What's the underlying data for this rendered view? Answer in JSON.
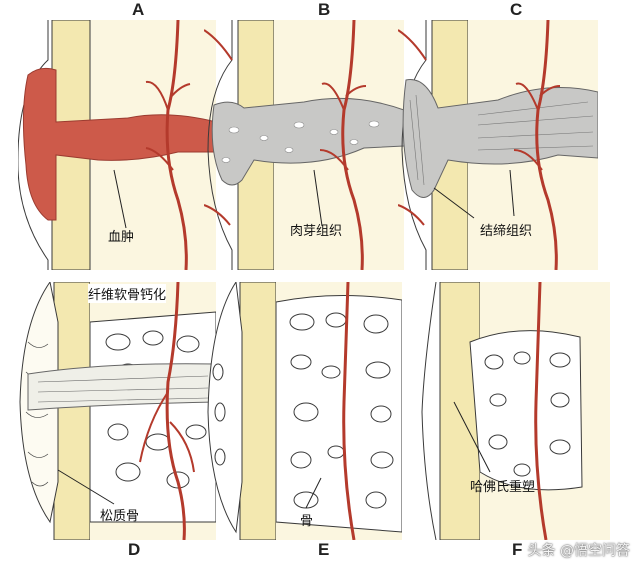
{
  "panels": [
    {
      "letter": "A",
      "label": "血肿"
    },
    {
      "letter": "B",
      "label": "肉芽组织"
    },
    {
      "letter": "C",
      "label": "结缔组织"
    },
    {
      "letter": "D",
      "label": "纤维软骨钙化",
      "label2": "松质骨"
    },
    {
      "letter": "E",
      "label": "骨"
    },
    {
      "letter": "F",
      "label": "哈佛氏重塑"
    }
  ],
  "watermark": "头条 @悟空问答",
  "colors": {
    "cortex": "#f3e8b0",
    "marrow": "#fbf6e0",
    "hematoma": "#cd5a4a",
    "granulation": "#c8c8c6",
    "vessel": "#b43a2c",
    "line": "#3a3a3a"
  }
}
